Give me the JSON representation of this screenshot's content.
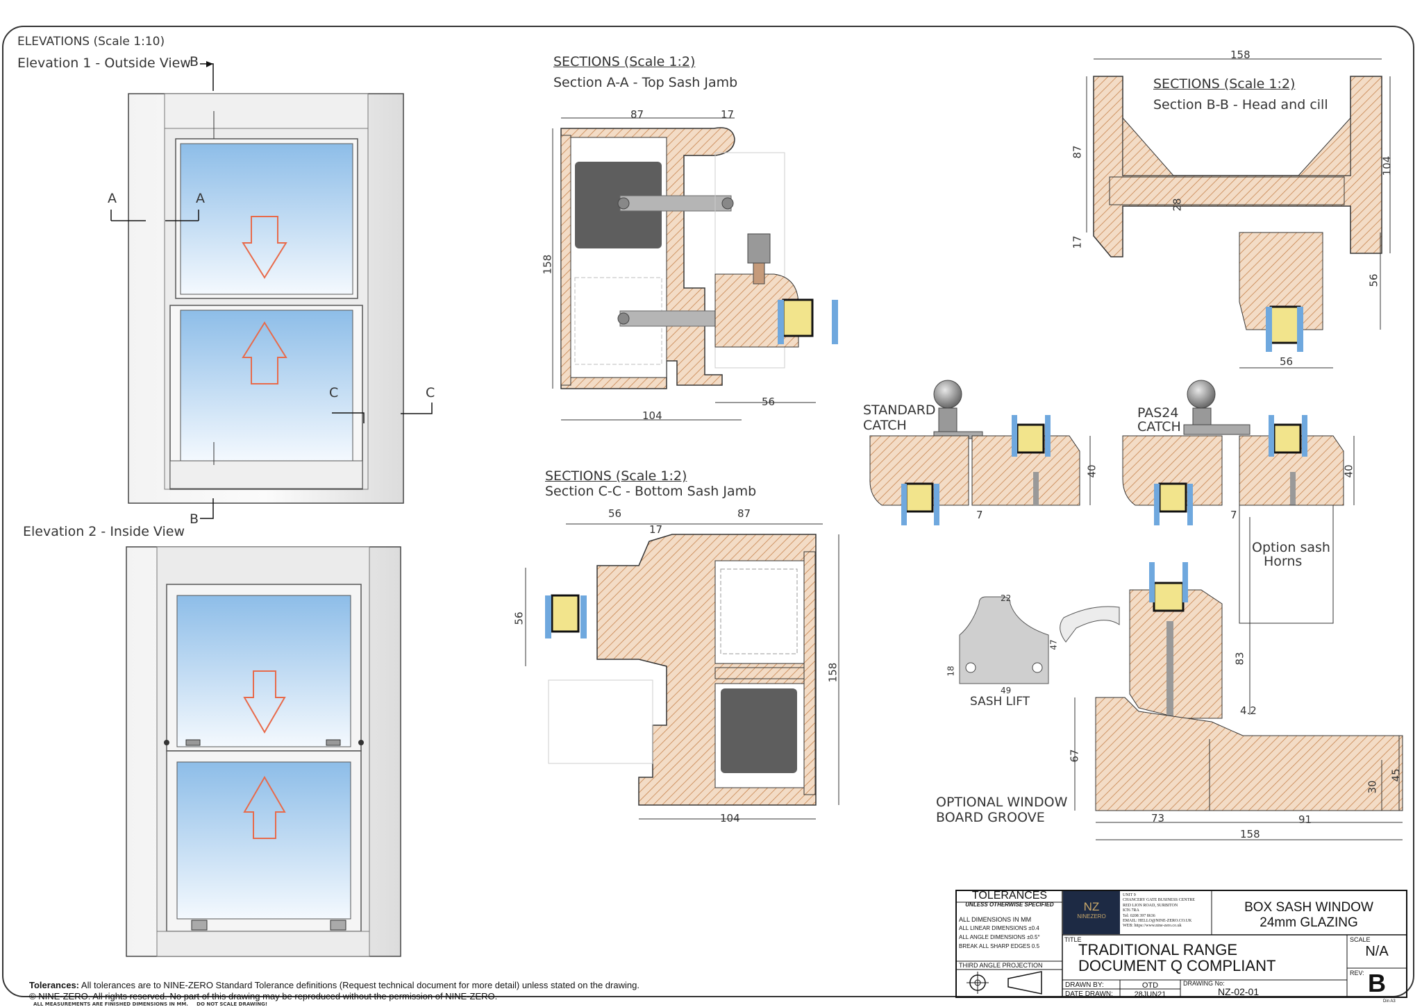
{
  "elevations": {
    "title": "ELEVATIONS (Scale 1:10)",
    "elev1": "Elevation 1 - Outside View",
    "elev2": "Elevation 2 - Inside View",
    "markers": {
      "a": "A",
      "b": "B",
      "c": "C"
    }
  },
  "section_aa": {
    "title": "SECTIONS (Scale 1:2)",
    "subtitle": "Section A-A - Top Sash Jamb",
    "dims": {
      "top1": "87",
      "top2": "17",
      "left": "158",
      "bottom1": "104",
      "bottom2": "56"
    }
  },
  "section_cc": {
    "title": "SECTIONS (Scale 1:2)",
    "subtitle": "Section C-C - Bottom Sash Jamb",
    "dims": {
      "top1": "56",
      "top2": "17",
      "top3": "87",
      "left": "56",
      "right": "158",
      "bottom": "104"
    }
  },
  "section_bb": {
    "title": "SECTIONS (Scale 1:2)",
    "subtitle": "Section B-B - Head and cill",
    "dims": {
      "top": "158",
      "left1": "87",
      "left2": "17",
      "mid": "28",
      "right1": "104",
      "right2": "56",
      "bottom": "56"
    }
  },
  "catches": {
    "standard": [
      "STANDARD",
      "CATCH"
    ],
    "pas24": [
      "PAS24",
      "CATCH"
    ],
    "dim40a": "40",
    "dim7a": "7",
    "dim40b": "40",
    "dim7b": "7",
    "horns": [
      "Option sash",
      "Horns"
    ]
  },
  "sash_lift": {
    "label": "SASH LIFT",
    "d22": "22",
    "d47": "47",
    "d18": "18",
    "d49": "49"
  },
  "cill": {
    "groove": [
      "OPTIONAL WINDOW",
      "BOARD GROOVE"
    ],
    "dims": {
      "d83": "83",
      "d42": "4.2",
      "d67": "67",
      "d73": "73",
      "d91": "91",
      "d158": "158",
      "d30": "30",
      "d45": "45"
    }
  },
  "notes": {
    "tolerances_bold": "Tolerances:",
    "tolerances": "All tolerances are to NINE-ZERO Standard Tolerance definitions (Request technical document for more detail) unless stated on the drawing.",
    "copyright": "© NINE-ZERO. All rights reserved. No part of this drawing may be reproduced without the permission of NINE-ZERO.",
    "finished": "ALL MEASUREMENTS ARE FINISHED DIMENSIONS IN MM.     DO NOT SCALE DRAWING!"
  },
  "title_block": {
    "tol_heading": "TOLERANCES",
    "tol_sub": "UNLESS OTHERWISE SPECIFIED",
    "tol_lines": [
      "ALL DIMENSIONS IN MM",
      "ALL LINEAR DIMENSIONS ±0.4",
      "ALL ANGLE DIMENSIONS ±0.5°",
      "BREAK ALL SHARP EDGES 0.5"
    ],
    "projection": "THIRD ANGLE PROJECTION",
    "logo_top": "NZ",
    "logo_bottom": "NINEZERO",
    "address": [
      "UNIT 9",
      "CHANCERY GATE BUSINESS CENTRE",
      "RED LION ROAD, SURBITON",
      "KT6 7RA",
      "Tel: 0208 397 8636",
      "EMAIL: HELLO@NINE-ZERO.CO.UK",
      "WEB: https://www.nine-zero.co.uk"
    ],
    "product1": "BOX SASH WINDOW",
    "product2": "24mm GLAZING",
    "title_label": "TITLE",
    "title1": "TRADITIONAL RANGE",
    "title2": "DOCUMENT Q COMPLIANT",
    "scale_label": "SCALE",
    "scale": "N/A",
    "rev_label": "REV:",
    "rev": "B",
    "drawn_by_label": "DRAWN BY:",
    "drawn_by": "OTD",
    "date_label": "DATE DRAWN:",
    "date": "28JUN21",
    "drawing_no_label": "DRAWING No:",
    "drawing_no": "NZ-02-01",
    "sheet": "Din A3"
  },
  "colors": {
    "wood": "#f3dcc6",
    "hatch": "#c7834d",
    "glass": "#6fa8de",
    "seal": "#f2e48c",
    "arrow": "#e86a4a"
  }
}
